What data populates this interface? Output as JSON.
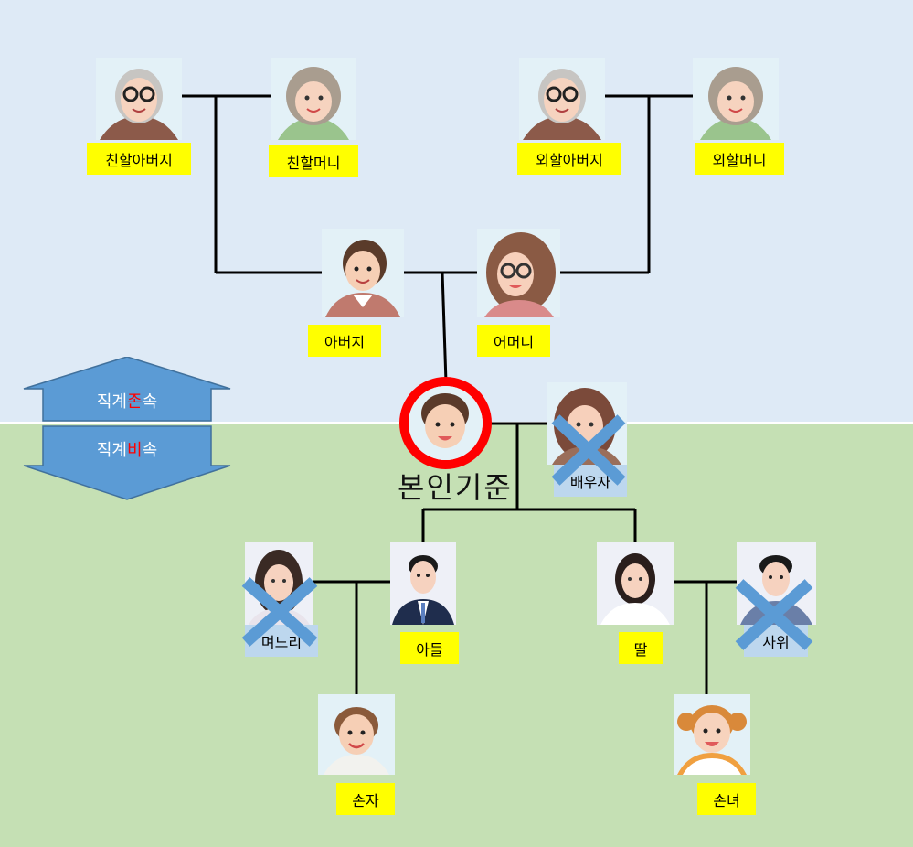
{
  "colors": {
    "top_bg": "#deeaf6",
    "bottom_bg": "#c5e0b4",
    "label_bg": "#ffff00",
    "excluded_label_bg": "#bdd7ee",
    "arrow_fill": "#5b9bd5",
    "x_mark": "#5b9bd5",
    "self_ring": "#ff0000",
    "highlight_text": "#ff0000"
  },
  "people": {
    "paternal_grandfather": {
      "label": "친할아버지",
      "icon": "grandfather-portrait"
    },
    "paternal_grandmother": {
      "label": "친할머니",
      "icon": "grandmother-portrait"
    },
    "maternal_grandfather": {
      "label": "외할아버지",
      "icon": "grandfather-portrait"
    },
    "maternal_grandmother": {
      "label": "외할머니",
      "icon": "grandmother-portrait"
    },
    "father": {
      "label": "아버지",
      "icon": "man-portrait"
    },
    "mother": {
      "label": "어머니",
      "icon": "woman-glasses-portrait"
    },
    "spouse": {
      "label": "배우자",
      "icon": "woman-portrait",
      "excluded": true
    },
    "son": {
      "label": "아들",
      "icon": "young-man-suit-portrait"
    },
    "daughter_in_law": {
      "label": "며느리",
      "icon": "young-woman-portrait",
      "excluded": true
    },
    "daughter": {
      "label": "딸",
      "icon": "young-woman-portrait"
    },
    "son_in_law": {
      "label": "사위",
      "icon": "young-man-portrait",
      "excluded": true
    },
    "grandson": {
      "label": "손자",
      "icon": "boy-portrait"
    },
    "granddaughter": {
      "label": "손녀",
      "icon": "girl-portrait"
    }
  },
  "self": {
    "title": "본인기준",
    "icon": "self-portrait-ring"
  },
  "ascendant_arrow": {
    "prefix": "직계",
    "highlight": "존",
    "suffix": "속",
    "direction": "up"
  },
  "descendant_arrow": {
    "prefix": "직계",
    "highlight": "비",
    "suffix": "속",
    "direction": "down"
  }
}
